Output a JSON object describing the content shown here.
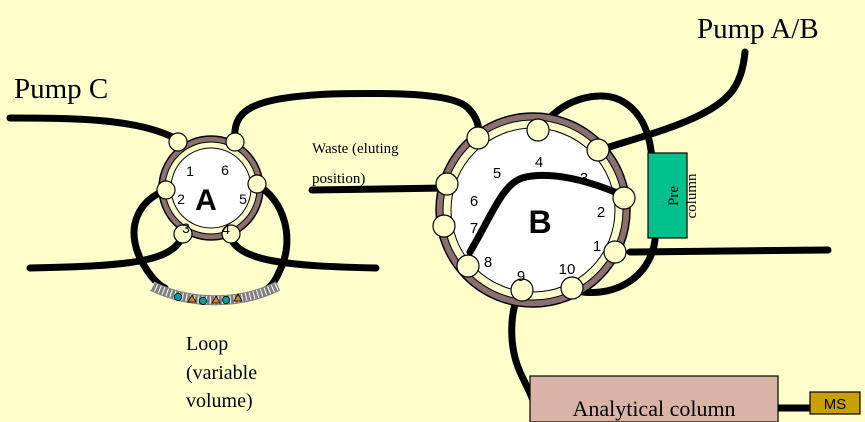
{
  "labels": {
    "pump_c": "Pump C",
    "pump_ab": "Pump A/B",
    "waste": "Waste (eluting",
    "waste_line2": "position)",
    "loop": "Loop",
    "loop_line2": "(variable",
    "loop_line3": "volume)",
    "pre_column_1": "Pre",
    "pre_column_2": "column",
    "analytical_column": "Analytical column",
    "ms": "MS"
  },
  "valve_a": {
    "name": "A",
    "ports": [
      "1",
      "2",
      "3",
      "4",
      "5",
      "6"
    ]
  },
  "valve_b": {
    "name": "B",
    "ports": [
      "1",
      "2",
      "3",
      "4",
      "5",
      "6",
      "7",
      "8",
      "9",
      "10"
    ]
  },
  "colors": {
    "background": "#ffffcc",
    "tubing": "#000000",
    "valve_ring": "#8c7070",
    "valve_inner_ring": "#ffffcc",
    "valve_face": "#ffffff",
    "port": "#ffffcc",
    "pre_column": "#00c08c",
    "analytical_column": "#d9b3a6",
    "ms": "#c8a000",
    "loop_coil": "#808080",
    "beads": [
      "#00a0a0",
      "#e08020",
      "#00a0a0",
      "#e08020",
      "#00a0a0"
    ]
  }
}
